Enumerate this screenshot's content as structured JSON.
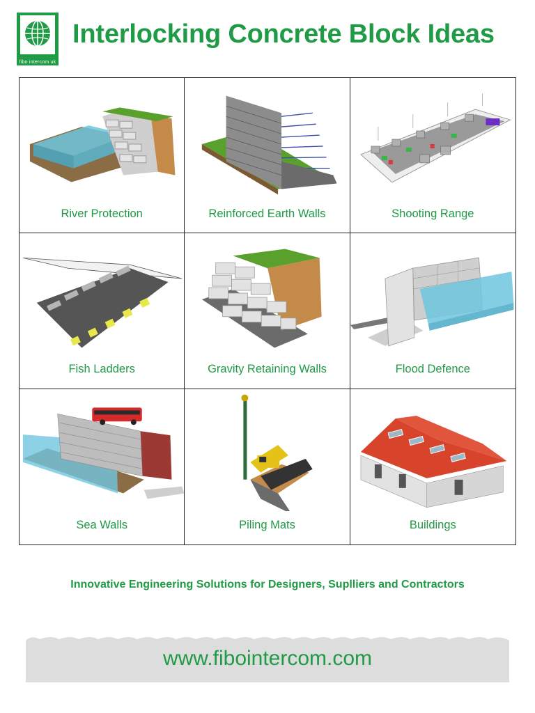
{
  "header": {
    "title": "Interlocking Concrete Block Ideas",
    "logo_caption": "fibo intercom uk"
  },
  "tiles": [
    {
      "label": "River Protection",
      "icon": "river-protection-illustration"
    },
    {
      "label": "Reinforced Earth Walls",
      "icon": "reinforced-earth-walls-illustration"
    },
    {
      "label": "Shooting Range",
      "icon": "shooting-range-illustration"
    },
    {
      "label": "Fish Ladders",
      "icon": "fish-ladders-illustration"
    },
    {
      "label": "Gravity Retaining Walls",
      "icon": "gravity-retaining-walls-illustration"
    },
    {
      "label": "Flood Defence",
      "icon": "flood-defence-illustration"
    },
    {
      "label": "Sea Walls",
      "icon": "sea-walls-illustration"
    },
    {
      "label": "Piling Mats",
      "icon": "piling-mats-illustration"
    },
    {
      "label": "Buildings",
      "icon": "buildings-illustration"
    }
  ],
  "tagline": "Innovative Engineering Solutions for Designers, Suplliers and Contractors",
  "footer": {
    "url": "www.fibointercom.com"
  },
  "colors": {
    "brand_green": "#1f9a45",
    "water": "#7fd3e8",
    "grass": "#5aa02c",
    "soil": "#c48a4a",
    "concrete": "#d9d9d9",
    "roof": "#d8432b",
    "footer_bg": "#dddddd"
  }
}
